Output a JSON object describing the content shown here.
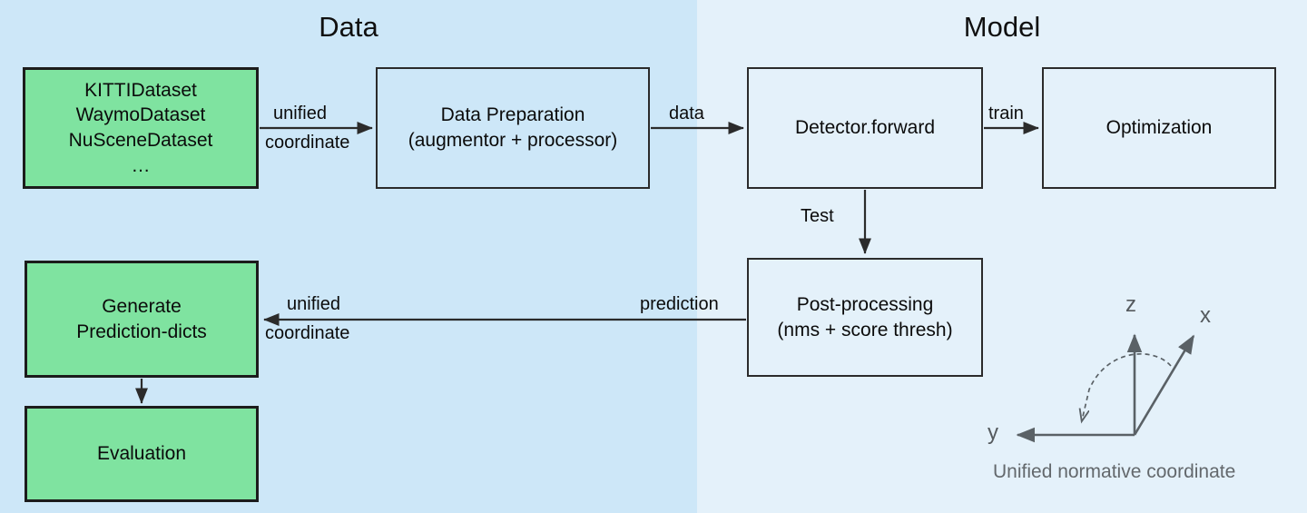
{
  "diagram": {
    "panels": [
      {
        "id": "data",
        "title": "Data",
        "bg": "#cde7f8"
      },
      {
        "id": "model",
        "title": "Model",
        "bg": "#e4f1fa"
      }
    ],
    "nodes": {
      "datasets": "KITTIDataset\nWaymoDataset\nNuSceneDataset\n…",
      "data_preparation": "Data Preparation\n(augmentor + processor)",
      "detector_forward": "Detector.forward",
      "optimization": "Optimization",
      "post_processing": "Post-processing\n(nms + score thresh)",
      "generate_prediction_dicts": "Generate\nPrediction-dicts",
      "evaluation": "Evaluation"
    },
    "edge_labels": {
      "unified_top": "unified",
      "coordinate_top": "coordinate",
      "data": "data",
      "train": "train",
      "test": "Test",
      "prediction": "prediction",
      "unified_bottom": "unified",
      "coordinate_bottom": "coordinate"
    },
    "axes": {
      "z": "z",
      "x": "x",
      "y": "y",
      "caption": "Unified normative coordinate",
      "color": "#5a6166"
    },
    "colors": {
      "green_fill": "#7fe3a0",
      "green_stroke": "#1c1c1c",
      "plain_stroke": "#2b2b2b",
      "panel_data_bg": "#cde7f8",
      "panel_model_bg": "#e4f1fa",
      "text": "#0b0b0b"
    }
  }
}
